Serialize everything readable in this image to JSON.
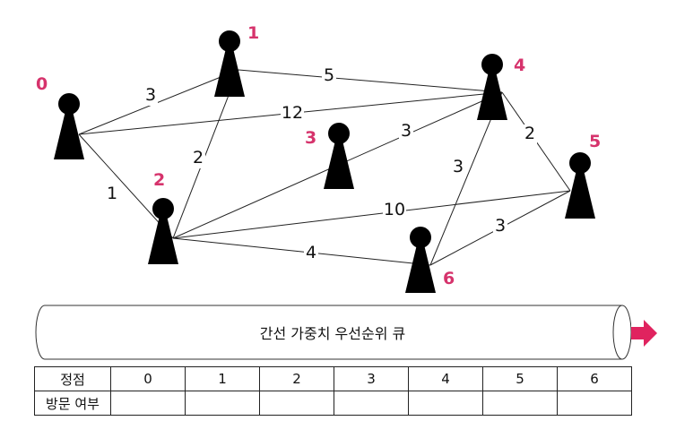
{
  "graph": {
    "vertices": [
      {
        "id": "0",
        "label": "0"
      },
      {
        "id": "1",
        "label": "1"
      },
      {
        "id": "2",
        "label": "2"
      },
      {
        "id": "3",
        "label": "3"
      },
      {
        "id": "4",
        "label": "4"
      },
      {
        "id": "5",
        "label": "5"
      },
      {
        "id": "6",
        "label": "6"
      }
    ],
    "edges": [
      {
        "from": "0",
        "to": "1",
        "weight": "3"
      },
      {
        "from": "0",
        "to": "4",
        "weight": "12"
      },
      {
        "from": "0",
        "to": "2",
        "weight": "1"
      },
      {
        "from": "1",
        "to": "4",
        "weight": "5"
      },
      {
        "from": "1",
        "to": "2",
        "weight": "2"
      },
      {
        "from": "2",
        "to": "4",
        "weight": "3"
      },
      {
        "from": "2",
        "to": "5",
        "weight": "10"
      },
      {
        "from": "2",
        "to": "6",
        "weight": "4"
      },
      {
        "from": "4",
        "to": "5",
        "weight": "2"
      },
      {
        "from": "4",
        "to": "6",
        "weight": "3"
      },
      {
        "from": "5",
        "to": "6",
        "weight": "3"
      }
    ],
    "colors": {
      "vertex_label": "#d6336c",
      "edge": "#222222",
      "pawn": "#000000"
    }
  },
  "queue": {
    "label": "간선 가중치 우선순위 큐",
    "arrow_color": "#e0235f"
  },
  "table": {
    "header_label": "정점",
    "row_label": "방문 여부",
    "columns": [
      "0",
      "1",
      "2",
      "3",
      "4",
      "5",
      "6"
    ],
    "visited": [
      "",
      "",
      "",
      "",
      "",
      "",
      ""
    ]
  }
}
